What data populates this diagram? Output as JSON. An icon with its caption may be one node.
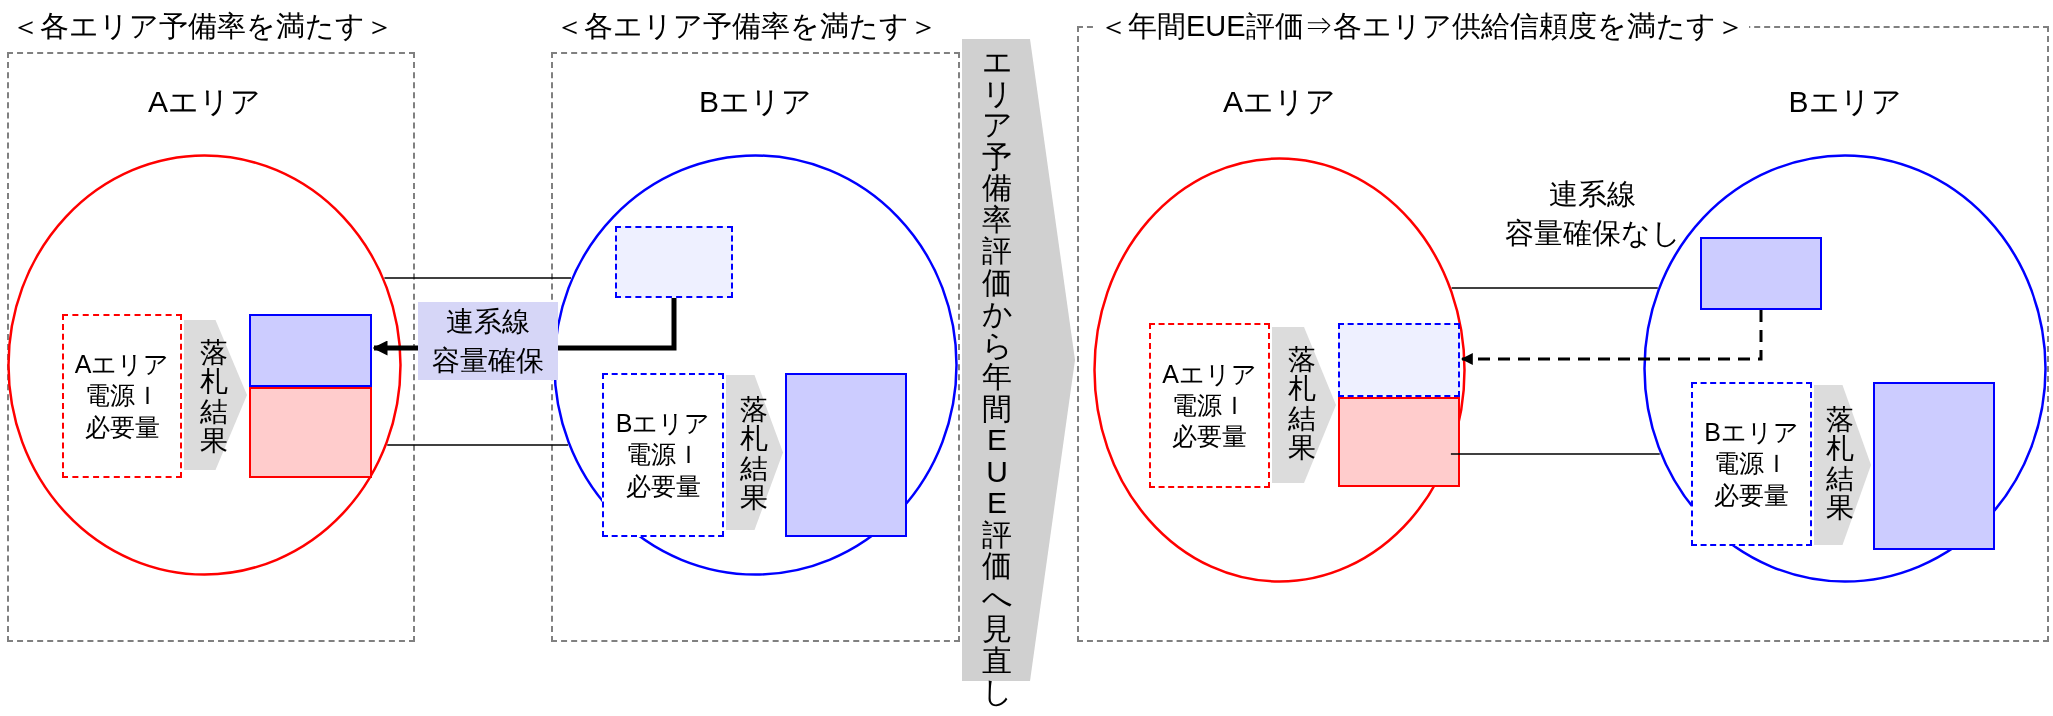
{
  "diagram": {
    "nodes": [
      {
        "text": [
          "＜各エリア予備率を満たす＞"
        ]
      },
      {
        "text": [
          "Aエリア"
        ],
        "in": 0
      },
      {
        "text": [
          "Aエリア電源Ｉ必要量"
        ],
        "in": 1
      },
      {
        "text": [],
        "shape": "box",
        "in": 1
      },
      {
        "text": [],
        "shape": "box",
        "in": 1
      },
      {
        "text": [
          "＜各エリア予備率を満たす＞"
        ]
      },
      {
        "text": [
          "Bエリア"
        ],
        "in": 5
      },
      {
        "text": [],
        "shape": "box",
        "in": 6
      },
      {
        "text": [
          "Bエリア電源Ｉ必要量"
        ],
        "in": 6
      },
      {
        "text": [],
        "shape": "box",
        "in": 6
      },
      {
        "text": [
          "＜年間EUE評価⇒各エリア供給信頼度を満たす＞"
        ]
      },
      {
        "text": [
          "Aエリア"
        ],
        "in": 10
      },
      {
        "text": [
          "Aエリア電源Ｉ必要量"
        ],
        "in": 11
      },
      {
        "text": [],
        "shape": "box",
        "in": 11
      },
      {
        "text": [],
        "shape": "box",
        "in": 11
      },
      {
        "text": [
          "Bエリア"
        ],
        "in": 10
      },
      {
        "text": [],
        "shape": "box",
        "in": 15
      },
      {
        "text": [
          "Bエリア電源Ｉ必要量"
        ],
        "in": 15
      },
      {
        "text": [],
        "shape": "box",
        "in": 15
      }
    ],
    "edges": [
      {
        "from": 2,
        "to": 4,
        "arrow": "to",
        "label": "落札結果"
      },
      {
        "from": 7,
        "to": 3,
        "arrow": "to",
        "label": "連系線容量確保",
        "style": "thick"
      },
      {
        "from": 1,
        "to": 6,
        "arrow": "none"
      },
      {
        "from": 1,
        "to": 6,
        "arrow": "none"
      },
      {
        "from": 8,
        "to": 9,
        "arrow": "to",
        "label": "落札結果"
      },
      {
        "from": 5,
        "to": 10,
        "arrow": "to",
        "label": "エリア予備率評価から年間EUE評価へ見直し"
      },
      {
        "from": 12,
        "to": 14,
        "arrow": "to",
        "label": "落札結果"
      },
      {
        "from": 16,
        "to": 13,
        "arrow": "to",
        "style": "dashed"
      },
      {
        "from": 11,
        "to": 15,
        "arrow": "none"
      },
      {
        "from": 11,
        "to": 15,
        "arrow": "none"
      },
      {
        "from": 17,
        "to": 18,
        "arrow": "to",
        "label": "落札結果"
      }
    ],
    "labels": [
      "連系線容量確保なし"
    ]
  }
}
